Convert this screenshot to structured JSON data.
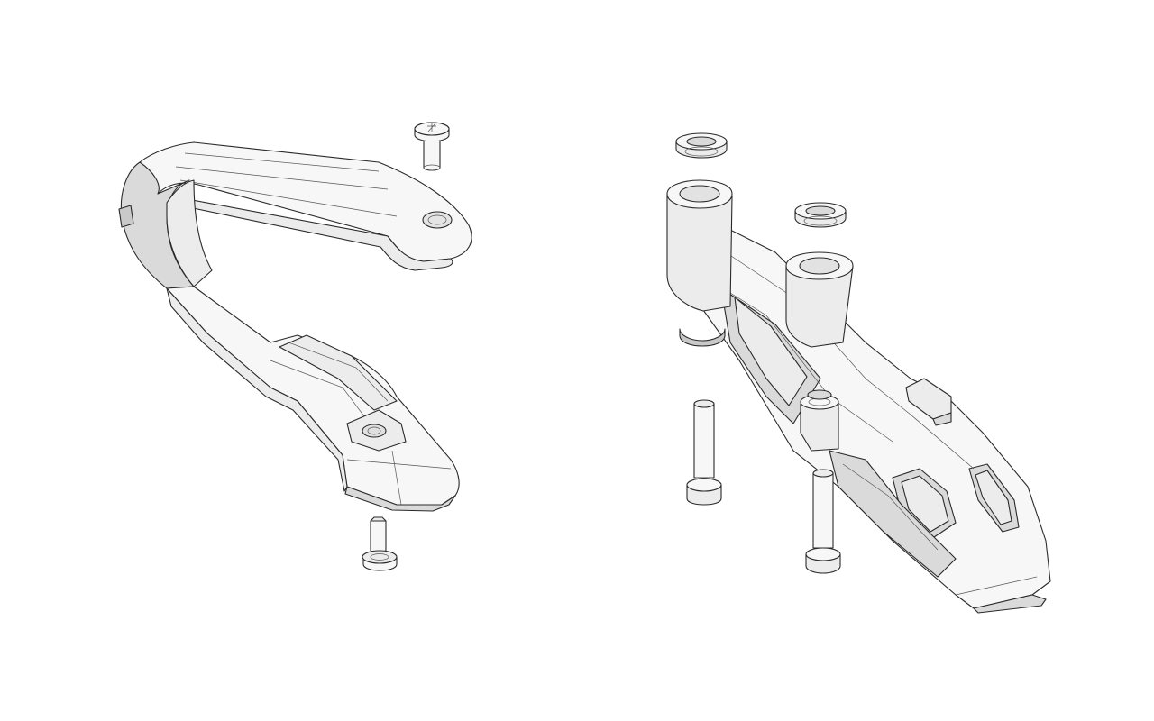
{
  "scene": {
    "background": "#ffffff",
    "line_color": "#2a2a2a",
    "fill_light": "#f7f7f7",
    "fill_mid": "#ececec",
    "fill_shade": "#dadada",
    "fill_dark": "#c9c9c9"
  },
  "parts": [
    {
      "name": "chain-slider",
      "icon": "slider-part-icon"
    },
    {
      "name": "slider-upper-bolt",
      "icon": "torx-bolt-icon"
    },
    {
      "name": "slider-lower-bolt",
      "icon": "torx-bolt-icon"
    },
    {
      "name": "chain-guide",
      "icon": "guide-part-icon"
    },
    {
      "name": "guide-top-washer-left",
      "icon": "washer-icon"
    },
    {
      "name": "guide-top-washer-right",
      "icon": "washer-icon"
    },
    {
      "name": "guide-bolt-left",
      "icon": "socket-bolt-icon"
    },
    {
      "name": "guide-bolt-right",
      "icon": "socket-bolt-icon"
    }
  ]
}
